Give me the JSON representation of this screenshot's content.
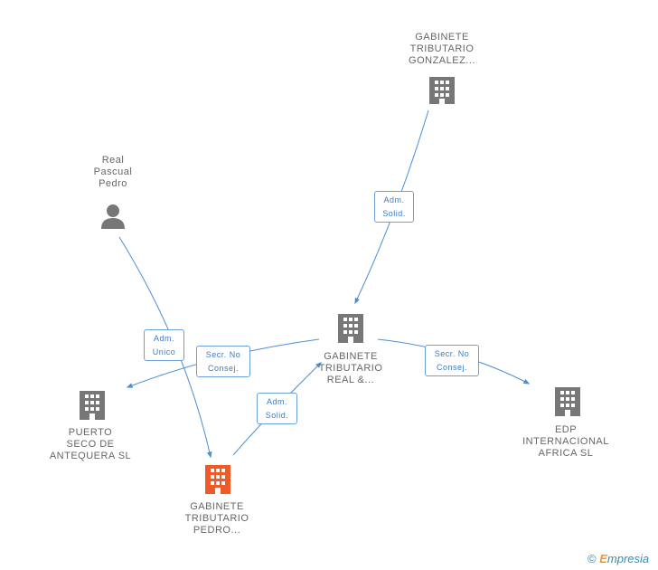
{
  "colors": {
    "edge": "#4a8fd6",
    "node_icon": "#777777",
    "highlight_icon": "#f05a28",
    "label_text": "#666666"
  },
  "nodes": {
    "gonzalez": {
      "label": "GABINETE\nTRIBUTARIO\nGONZALEZ...",
      "icon": "building-icon"
    },
    "real_pascual": {
      "label": "Real\nPascual\nPedro",
      "icon": "person-icon"
    },
    "real_and": {
      "label": "GABINETE\nTRIBUTARIO\nREAL &...",
      "icon": "building-icon"
    },
    "puerto_seco": {
      "label": "PUERTO\nSECO DE\nANTEQUERA SL",
      "icon": "building-icon"
    },
    "edp": {
      "label": "EDP\nINTERNACIONAL\nAFRICA SL",
      "icon": "building-icon"
    },
    "pedro": {
      "label": "GABINETE\nTRIBUTARIO\nPEDRO...",
      "icon": "building-icon-highlighted"
    }
  },
  "edges": {
    "e1": {
      "label": "Adm.\nSolid."
    },
    "e2": {
      "label": "Adm.\nUnico"
    },
    "e3": {
      "label": "Secr. No\nConsej."
    },
    "e4": {
      "label": "Adm.\nSolid."
    },
    "e5": {
      "label": "Secr. No\nConsej."
    }
  },
  "footer": {
    "copyright": "©",
    "brand_first": "E",
    "brand_rest": "mpresia"
  }
}
